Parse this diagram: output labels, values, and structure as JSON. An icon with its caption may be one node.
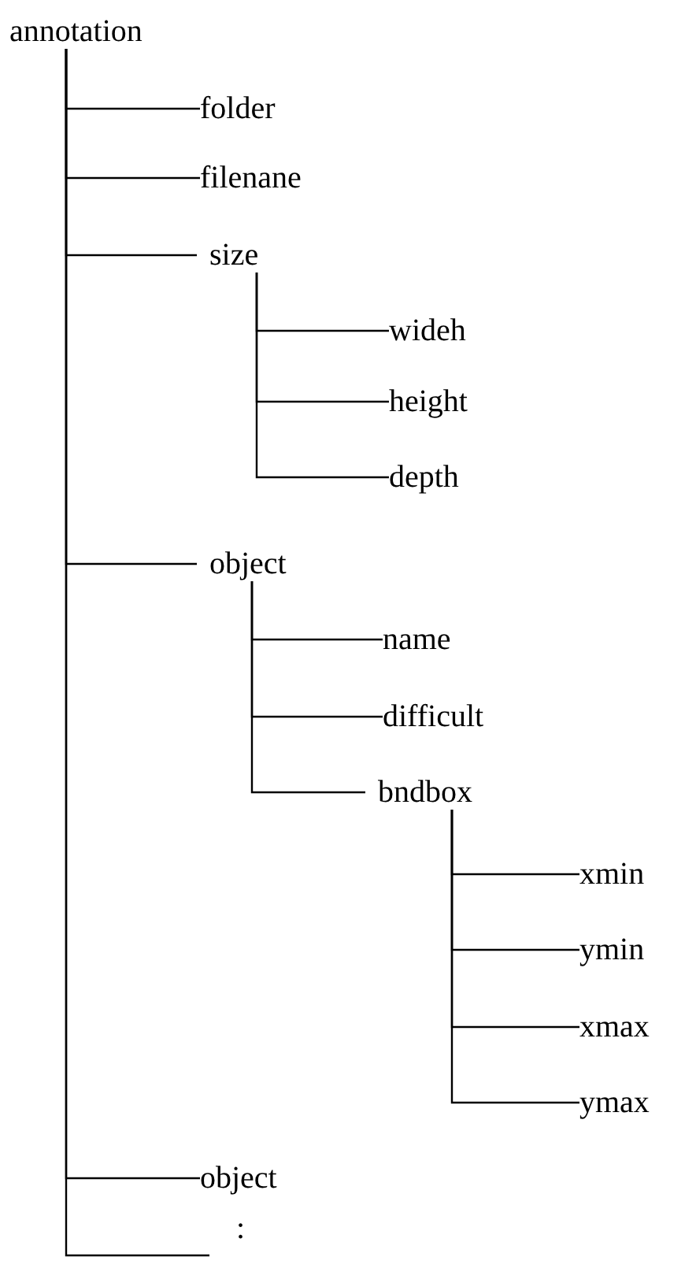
{
  "diagram": {
    "nodes": [
      {
        "text": [
          "annotation"
        ]
      },
      {
        "text": [
          "folder"
        ]
      },
      {
        "text": [
          "filenane"
        ]
      },
      {
        "text": [
          "size"
        ]
      },
      {
        "text": [
          "wideh"
        ]
      },
      {
        "text": [
          "height"
        ]
      },
      {
        "text": [
          "depth"
        ]
      },
      {
        "text": [
          "object"
        ]
      },
      {
        "text": [
          "name"
        ]
      },
      {
        "text": [
          "difficult"
        ]
      },
      {
        "text": [
          "bndbox"
        ]
      },
      {
        "text": [
          "xmin"
        ]
      },
      {
        "text": [
          "ymin"
        ]
      },
      {
        "text": [
          "xmax"
        ]
      },
      {
        "text": [
          "ymax"
        ]
      },
      {
        "text": [
          "object"
        ]
      },
      {
        "text": [
          ":"
        ]
      }
    ],
    "edges": [
      {
        "from": 0,
        "to": 1,
        "arrow": "none"
      },
      {
        "from": 0,
        "to": 2,
        "arrow": "none"
      },
      {
        "from": 0,
        "to": 3,
        "arrow": "none"
      },
      {
        "from": 3,
        "to": 4,
        "arrow": "none"
      },
      {
        "from": 3,
        "to": 5,
        "arrow": "none"
      },
      {
        "from": 3,
        "to": 6,
        "arrow": "none"
      },
      {
        "from": 0,
        "to": 7,
        "arrow": "none"
      },
      {
        "from": 7,
        "to": 8,
        "arrow": "none"
      },
      {
        "from": 7,
        "to": 9,
        "arrow": "none"
      },
      {
        "from": 7,
        "to": 10,
        "arrow": "none"
      },
      {
        "from": 10,
        "to": 11,
        "arrow": "none"
      },
      {
        "from": 10,
        "to": 12,
        "arrow": "none"
      },
      {
        "from": 10,
        "to": 13,
        "arrow": "none"
      },
      {
        "from": 10,
        "to": 14,
        "arrow": "none"
      },
      {
        "from": 0,
        "to": 15,
        "arrow": "none"
      },
      {
        "from": 0,
        "to": 16,
        "arrow": "none"
      }
    ]
  }
}
